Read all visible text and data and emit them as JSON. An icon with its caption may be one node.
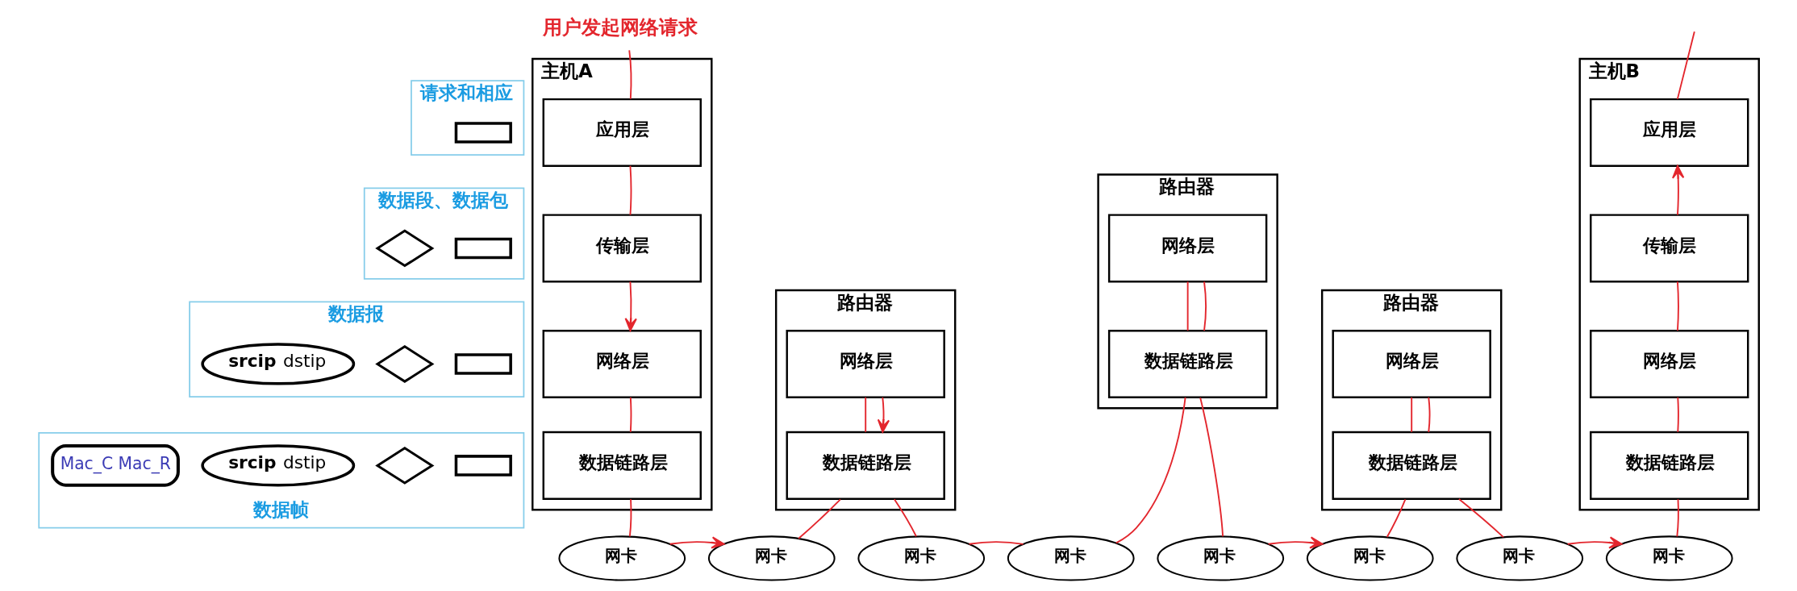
{
  "diagram": {
    "nodes": [
      {
        "text": [
          "用户发起网络请求"
        ]
      },
      {
        "text": [
          "请求和相应"
        ]
      },
      {
        "text": [],
        "shape": "box",
        "in": 1
      },
      {
        "text": [
          "数据段、数据包"
        ]
      },
      {
        "text": [],
        "shape": "diamond",
        "in": 3
      },
      {
        "text": [],
        "shape": "box",
        "in": 3
      },
      {
        "text": [
          "数据报"
        ]
      },
      {
        "text": [
          "**srcip** dstip"
        ],
        "in": 6
      },
      {
        "text": [],
        "shape": "diamond",
        "in": 6
      },
      {
        "text": [],
        "shape": "box",
        "in": 6
      },
      {
        "text": [
          "数据帧"
        ]
      },
      {
        "text": [
          "Mac_C Mac_R"
        ],
        "in": 10
      },
      {
        "text": [
          "**srcip** dstip"
        ],
        "in": 10
      },
      {
        "text": [],
        "shape": "diamond",
        "in": 10
      },
      {
        "text": [],
        "shape": "box",
        "in": 10
      },
      {
        "text": [
          "主机A"
        ]
      },
      {
        "text": [
          "应用层"
        ],
        "in": 15
      },
      {
        "text": [
          "传输层"
        ],
        "in": 15
      },
      {
        "text": [
          "网络层"
        ],
        "in": 15
      },
      {
        "text": [
          "数据链路层"
        ],
        "in": 15
      },
      {
        "text": [
          "网卡"
        ]
      },
      {
        "text": [
          "路由器"
        ]
      },
      {
        "text": [
          "网络层"
        ],
        "in": 21
      },
      {
        "text": [
          "数据链路层"
        ],
        "in": 21
      },
      {
        "text": [
          "网卡"
        ]
      },
      {
        "text": [
          "网卡"
        ]
      },
      {
        "text": [
          "路由器"
        ]
      },
      {
        "text": [
          "网络层"
        ],
        "in": 26
      },
      {
        "text": [
          "数据链路层"
        ],
        "in": 26
      },
      {
        "text": [
          "网卡"
        ]
      },
      {
        "text": [
          "网卡"
        ]
      },
      {
        "text": [
          "路由器"
        ]
      },
      {
        "text": [
          "网络层"
        ],
        "in": 31
      },
      {
        "text": [
          "数据链路层"
        ],
        "in": 31
      },
      {
        "text": [
          "网卡"
        ]
      },
      {
        "text": [
          "网卡"
        ]
      },
      {
        "text": [
          "主机B"
        ]
      },
      {
        "text": [
          "应用层"
        ],
        "in": 36
      },
      {
        "text": [
          "传输层"
        ],
        "in": 36
      },
      {
        "text": [
          "网络层"
        ],
        "in": 36
      },
      {
        "text": [
          "数据链路层"
        ],
        "in": 36
      },
      {
        "text": [
          "网卡"
        ]
      }
    ],
    "edges": [
      {
        "from": 0,
        "to": 16,
        "arrow": "none"
      },
      {
        "from": 16,
        "to": 17,
        "arrow": "none"
      },
      {
        "from": 17,
        "to": 18,
        "arrow": "to"
      },
      {
        "from": 18,
        "to": 19,
        "arrow": "none"
      },
      {
        "from": 19,
        "to": 20,
        "arrow": "none"
      },
      {
        "from": 20,
        "to": 24,
        "arrow": "to"
      },
      {
        "from": 24,
        "to": 23,
        "arrow": "none"
      },
      {
        "from": 23,
        "to": 22,
        "arrow": "none"
      },
      {
        "from": 22,
        "to": 23,
        "arrow": "to"
      },
      {
        "from": 23,
        "to": 25,
        "arrow": "none"
      },
      {
        "from": 25,
        "to": 29,
        "arrow": "none"
      },
      {
        "from": 29,
        "to": 28,
        "arrow": "none"
      },
      {
        "from": 28,
        "to": 27,
        "arrow": "none"
      },
      {
        "from": 27,
        "to": 28,
        "arrow": "none"
      },
      {
        "from": 28,
        "to": 30,
        "arrow": "none"
      },
      {
        "from": 30,
        "to": 34,
        "arrow": "to"
      },
      {
        "from": 34,
        "to": 33,
        "arrow": "none"
      },
      {
        "from": 33,
        "to": 32,
        "arrow": "none"
      },
      {
        "from": 32,
        "to": 33,
        "arrow": "none"
      },
      {
        "from": 33,
        "to": 35,
        "arrow": "none"
      },
      {
        "from": 35,
        "to": 41,
        "arrow": "to"
      },
      {
        "from": 41,
        "to": 40,
        "arrow": "none"
      },
      {
        "from": 40,
        "to": 39,
        "arrow": "none"
      },
      {
        "from": 39,
        "to": 38,
        "arrow": "none"
      },
      {
        "from": 38,
        "to": 37,
        "arrow": "to"
      },
      {
        "from": 37,
        "to": null,
        "arrow": "none"
      }
    ]
  }
}
